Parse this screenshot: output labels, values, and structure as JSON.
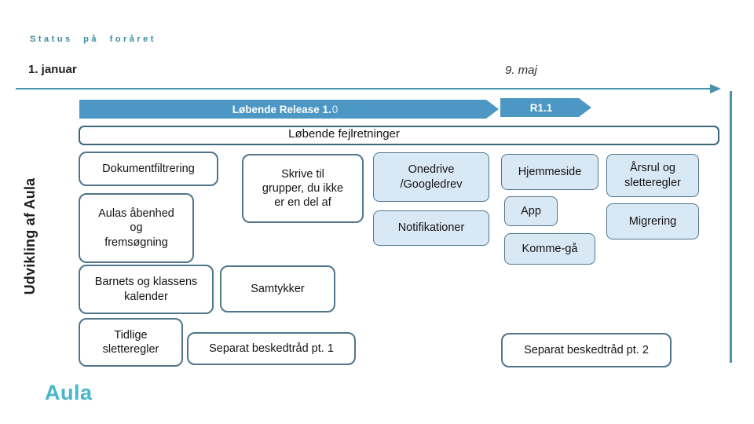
{
  "header": {
    "eyebrow": "Status på foråret",
    "date_left": "1. januar",
    "date_right": "9. maj"
  },
  "timeline": {
    "release_arrow_label": "Løbende Release 1.",
    "release_arrow_suffix": "0",
    "r11_arrow_label": "R1.1"
  },
  "banner_label": "Løbende fejlretninger",
  "side_label": "Udvikling af Aula",
  "cards": {
    "dokumentfiltrering": "Dokumentfiltrering",
    "aulas_aabenhed": "Aulas åbenhed\nog\nfremsøgning",
    "skrive_til_grupper": "Skrive til\ngrupper, du ikke\ner en del af",
    "onedrive_googledrev": "Onedrive\n/Googledrev",
    "notifikationer": "Notifikationer",
    "hjemmeside": "Hjemmeside",
    "app": "App",
    "komme_gaa": "Komme-gå",
    "aarsrul_sletteregler": "Årsrul og\nsletteregler",
    "migrering": "Migrering",
    "barnets_kalender": "Barnets og klassens\nkalender",
    "samtykker": "Samtykker",
    "tidlige_sletteregler": "Tidlige\nsletteregler",
    "separat_beskedtraad_1": "Separat beskedtråd pt. 1",
    "separat_beskedtraad_2": "Separat beskedtråd pt. 2"
  },
  "logo_text": "Aula",
  "colors": {
    "accent_teal": "#3A8BA0",
    "arrow_blue": "#4D97C4",
    "timeline_teal": "#4A93AD",
    "card_border": "#50758C",
    "card_fill_blue": "#D9E8F5",
    "banner_border": "#3C667C",
    "logo_teal": "#48B7C7",
    "text_dark": "#1A1A1A"
  }
}
